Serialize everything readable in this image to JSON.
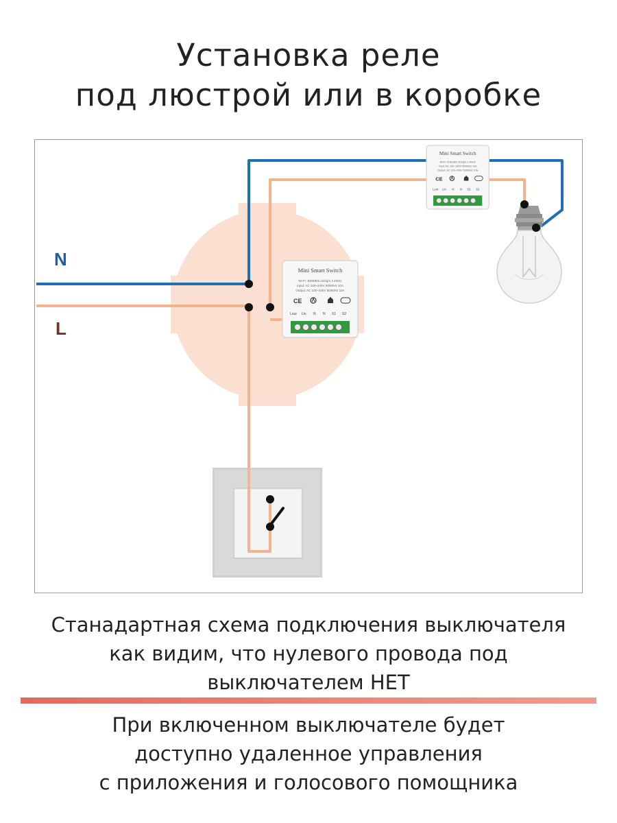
{
  "title": {
    "line1": "Установка реле",
    "line2": "под люстрой или в коробке"
  },
  "diagram": {
    "label_n": "N",
    "label_l": "L",
    "relay": {
      "name": "Mini  Smart Switch",
      "wifi_spec": "Wi-Fi: IEEE802.11b/g/n 2.4GHz",
      "input_spec": "Input:  AC 100~240V 50/60Hz 10A",
      "output_spec": "Output:  AC 100~240V 50/60Hz 10A",
      "ce_mark": "CE",
      "terminals": [
        "Lout",
        "Lin",
        "N",
        "N",
        "S1",
        "S2"
      ]
    },
    "colors": {
      "neutral_wire": "#1f6fb4",
      "line_wire": "#f2b48e",
      "junction_box": "#fbe0d2",
      "relay_green": "#2f9a3e",
      "label_n": "#1e5ea8",
      "label_l": "#7a3220"
    }
  },
  "caption1": {
    "line1": "Станадартная схема подключения выключателя",
    "line2": "как видим, что нулевого провода под",
    "line3": "выключателем НЕТ"
  },
  "caption2": {
    "line1": "При включенном выключателе будет",
    "line2": "доступно удаленное управления",
    "line3": "с приложения и голосового помощника"
  },
  "divider_color": "#ec7a6b"
}
